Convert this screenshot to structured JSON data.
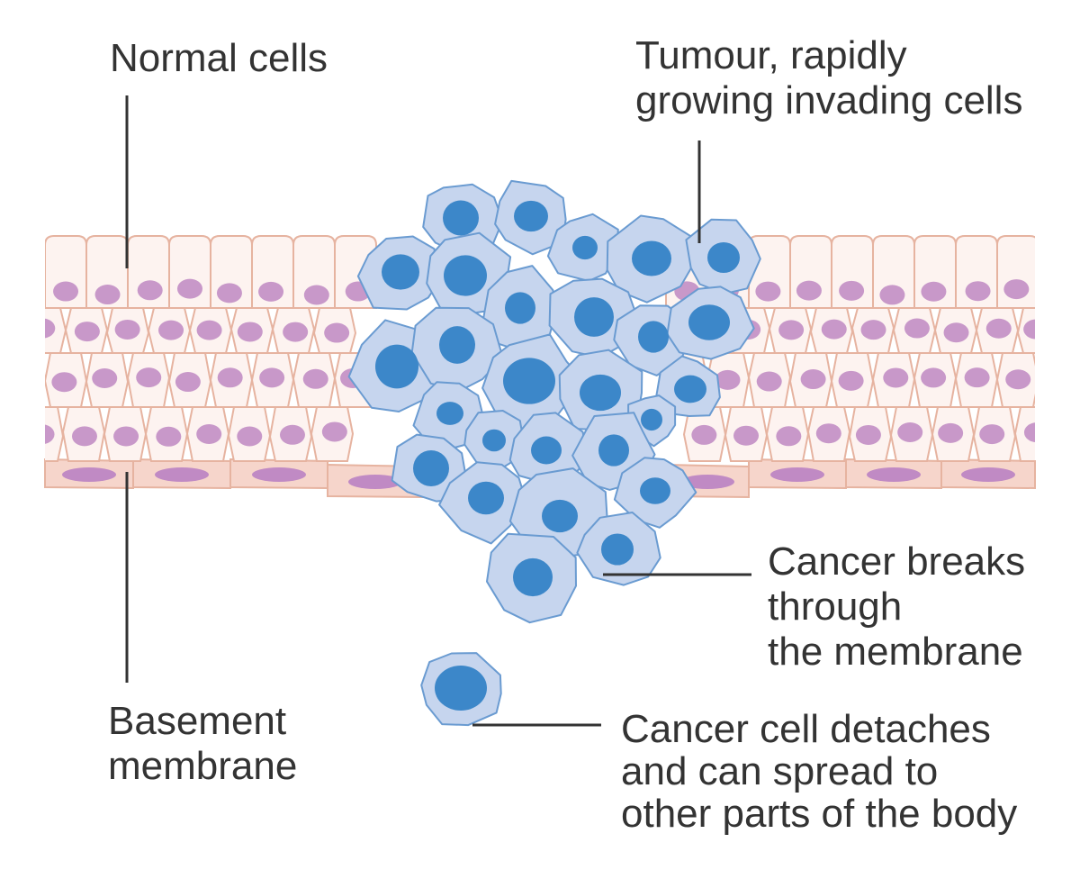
{
  "labels": {
    "normal_cells": "Normal cells",
    "tumour": [
      "Tumour, rapidly",
      "growing invading cells"
    ],
    "basement_membrane": [
      "Basement",
      "membrane"
    ],
    "cancer_breaks": [
      "Cancer breaks",
      "through",
      "the membrane"
    ],
    "cancer_detaches": [
      "Cancer cell detaches",
      "and can spread to",
      "other parts of the body"
    ]
  },
  "colors": {
    "normal_cell_fill": "#fdf3f0",
    "normal_cell_stroke": "#e6b3a0",
    "normal_nucleus": "#c898c9",
    "membrane_fill": "#f6d5cb",
    "membrane_nucleus": "#c08ac4",
    "cancer_cell_fill": "#c6d5ee",
    "cancer_cell_stroke": "#6a9bd1",
    "cancer_nucleus": "#3c87c9",
    "leader_line": "#333333",
    "text": "#333333"
  }
}
